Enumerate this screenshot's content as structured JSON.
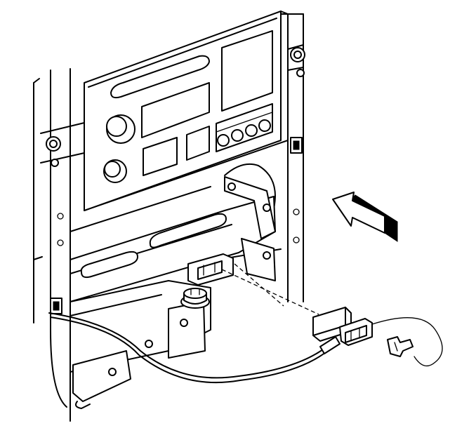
{
  "diagram": {
    "type": "exploded-view line drawing",
    "parts": [
      "instrument-panel-frame",
      "radio-faceplate",
      "radio-mounting-bracket",
      "bracket-bolt",
      "wiring-harness",
      "harness-connector",
      "connector-clip"
    ],
    "installation_arrow": {
      "direction": "up-left",
      "fill_color": "#000000"
    },
    "colors": {
      "line": "#000000",
      "background": "#ffffff"
    }
  }
}
